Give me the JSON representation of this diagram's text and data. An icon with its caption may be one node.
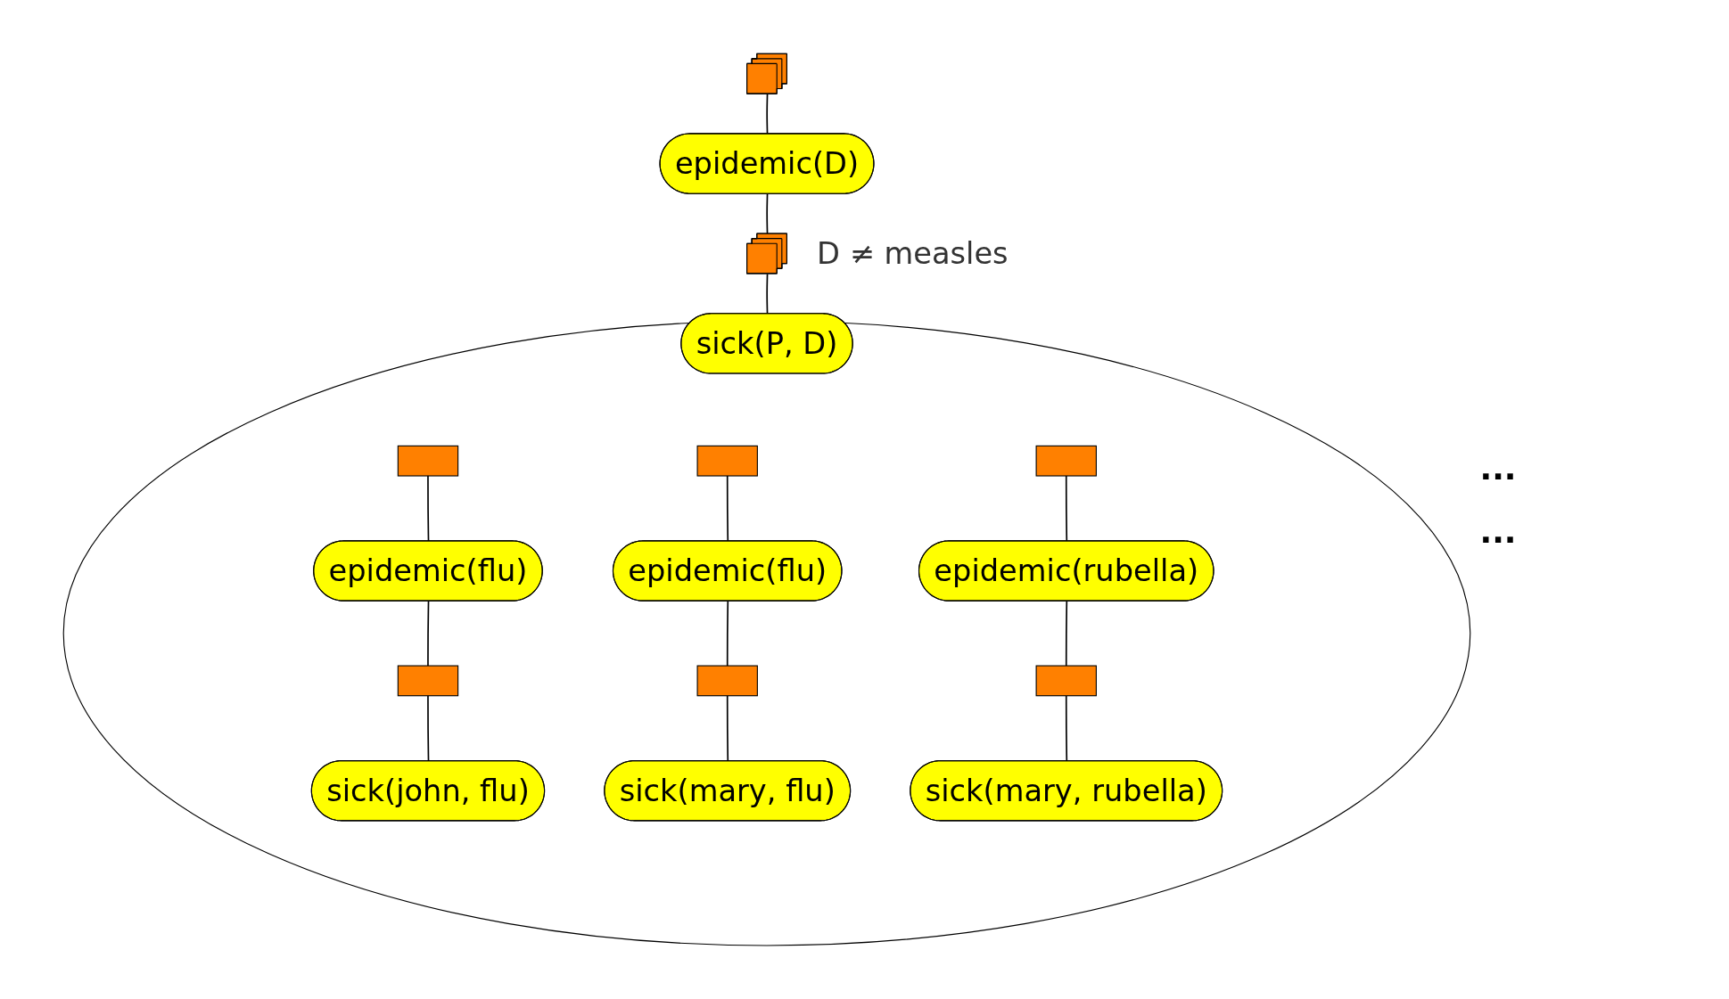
{
  "diagram": {
    "nodes": [
      {
        "text": [],
        "shape": "box"
      },
      {
        "text": [
          "epidemic(D)"
        ]
      },
      {
        "text": [],
        "shape": "box",
        "beside": [
          "D ≠ measles"
        ]
      },
      {
        "text": [
          "sick(P, D)"
        ]
      },
      {
        "text": [],
        "shape": "ellipse"
      },
      {
        "text": [],
        "shape": "box",
        "in": 4
      },
      {
        "text": [],
        "shape": "box",
        "in": 4
      },
      {
        "text": [],
        "shape": "box",
        "in": 4
      },
      {
        "text": [
          "epidemic(flu)"
        ],
        "in": 4
      },
      {
        "text": [
          "epidemic(flu)"
        ],
        "in": 4
      },
      {
        "text": [
          "epidemic(rubella)"
        ],
        "in": 4
      },
      {
        "text": [],
        "shape": "box",
        "in": 4
      },
      {
        "text": [],
        "shape": "box",
        "in": 4
      },
      {
        "text": [],
        "shape": "box",
        "in": 4
      },
      {
        "text": [
          "sick(john, flu)"
        ],
        "in": 4
      },
      {
        "text": [
          "sick(mary, flu)"
        ],
        "in": 4
      },
      {
        "text": [
          "sick(mary, rubella)"
        ],
        "in": 4
      }
    ],
    "edges": [
      {
        "from": 0,
        "to": 1,
        "arrow": "none"
      },
      {
        "from": 1,
        "to": 2,
        "arrow": "none"
      },
      {
        "from": 2,
        "to": 3,
        "arrow": "none"
      },
      {
        "from": 5,
        "to": 8,
        "arrow": "none"
      },
      {
        "from": 6,
        "to": 9,
        "arrow": "none"
      },
      {
        "from": 7,
        "to": 10,
        "arrow": "none"
      },
      {
        "from": 8,
        "to": 11,
        "arrow": "none"
      },
      {
        "from": 9,
        "to": 12,
        "arrow": "none"
      },
      {
        "from": 10,
        "to": 13,
        "arrow": "none"
      },
      {
        "from": 11,
        "to": 14,
        "arrow": "none"
      },
      {
        "from": 12,
        "to": 15,
        "arrow": "none"
      },
      {
        "from": 13,
        "to": 16,
        "arrow": "none"
      }
    ],
    "labels": [
      "...",
      "..."
    ]
  }
}
